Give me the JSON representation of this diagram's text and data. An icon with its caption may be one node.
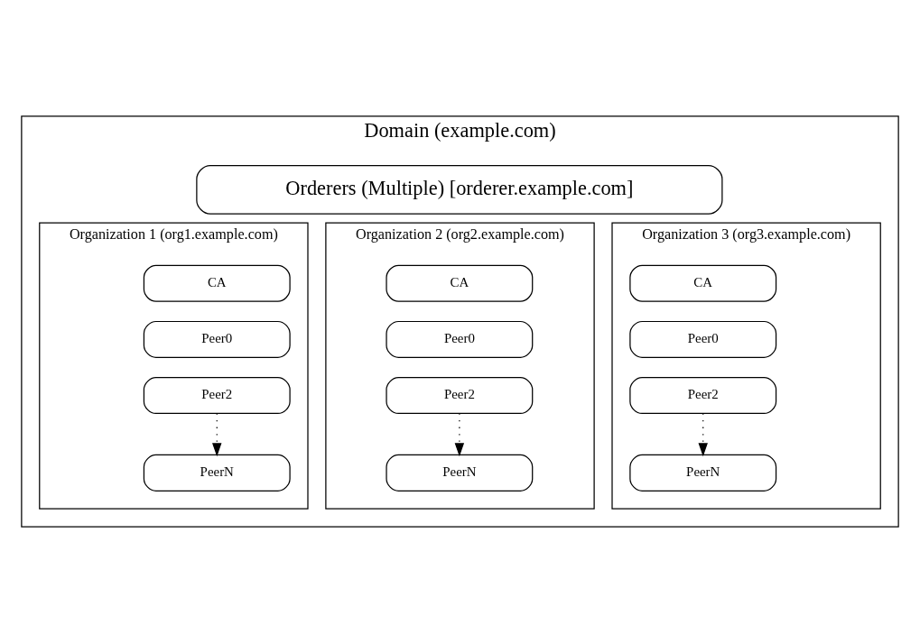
{
  "diagram": {
    "nodes": [
      {
        "text": [
          "Domain (example.com)"
        ]
      },
      {
        "text": [
          "Orderers (Multiple) [orderer.example.com]"
        ],
        "in": 0
      },
      {
        "text": [
          "Organization 1 (org1.example.com)"
        ],
        "in": 0
      },
      {
        "text": [
          "CA"
        ],
        "in": 2
      },
      {
        "text": [
          "Peer0"
        ],
        "in": 2
      },
      {
        "text": [
          "Peer2"
        ],
        "in": 2
      },
      {
        "text": [
          "PeerN"
        ],
        "in": 2
      },
      {
        "text": [
          "Organization 2 (org2.example.com)"
        ],
        "in": 0
      },
      {
        "text": [
          "CA"
        ],
        "in": 7
      },
      {
        "text": [
          "Peer0"
        ],
        "in": 7
      },
      {
        "text": [
          "Peer2"
        ],
        "in": 7
      },
      {
        "text": [
          "PeerN"
        ],
        "in": 7
      },
      {
        "text": [
          "Organization 3 (org3.example.com)"
        ],
        "in": 0
      },
      {
        "text": [
          "CA"
        ],
        "in": 12
      },
      {
        "text": [
          "Peer0"
        ],
        "in": 12
      },
      {
        "text": [
          "Peer2"
        ],
        "in": 12
      },
      {
        "text": [
          "PeerN"
        ],
        "in": 12
      }
    ],
    "edges": [
      {
        "from": 5,
        "to": 6,
        "arrow": "to",
        "style": "dashed"
      },
      {
        "from": 10,
        "to": 11,
        "arrow": "to",
        "style": "dashed"
      },
      {
        "from": 15,
        "to": 16,
        "arrow": "to",
        "style": "dashed"
      }
    ]
  }
}
